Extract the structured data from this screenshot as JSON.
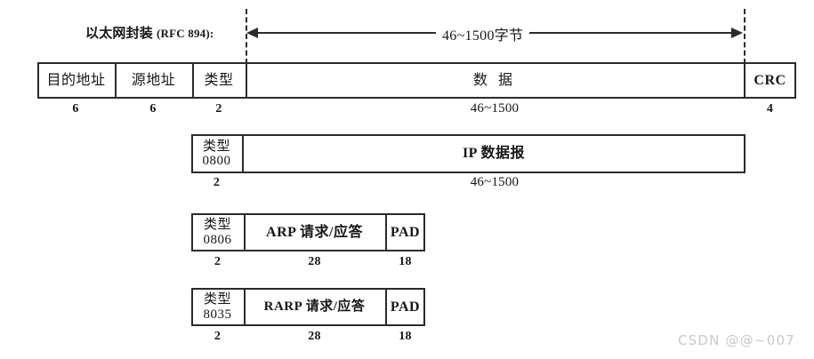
{
  "figure": {
    "title_annotation": {
      "label_cn": "以太网封装",
      "label_rfc": "(RFC 894):",
      "span_text": "46~1500字节"
    },
    "rows": [
      {
        "name": "ethernet-frame",
        "cells": [
          {
            "label": "目的地址",
            "dim": "6",
            "bold": false
          },
          {
            "label": "源地址",
            "dim": "6",
            "bold": false
          },
          {
            "label": "类型",
            "dim": "2",
            "bold": false
          },
          {
            "label": "数 据",
            "dim": "46~1500",
            "bold": false
          },
          {
            "label": "CRC",
            "dim": "4",
            "bold": true
          }
        ]
      },
      {
        "name": "ip-datagram",
        "cells": [
          {
            "label": "类型\n0800",
            "dim": "2",
            "bold": false
          },
          {
            "label": "IP 数据报",
            "dim": "46~1500",
            "bold": true
          }
        ]
      },
      {
        "name": "arp-packet",
        "cells": [
          {
            "label": "类型\n0806",
            "dim": "2",
            "bold": false
          },
          {
            "label": "ARP 请求/应答",
            "dim": "28",
            "bold": true
          },
          {
            "label": "PAD",
            "dim": "18",
            "bold": true
          }
        ]
      },
      {
        "name": "rarp-packet",
        "cells": [
          {
            "label": "类型\n8035",
            "dim": "2",
            "bold": false
          },
          {
            "label": "RARP 请求/应答",
            "dim": "28",
            "bold": true
          },
          {
            "label": "PAD",
            "dim": "18",
            "bold": true
          }
        ]
      }
    ],
    "watermark": "CSDN @@~007",
    "colors": {
      "ink": "#2b2b2b",
      "paper": "#ffffff",
      "watermark": "#c9c9c9"
    }
  }
}
